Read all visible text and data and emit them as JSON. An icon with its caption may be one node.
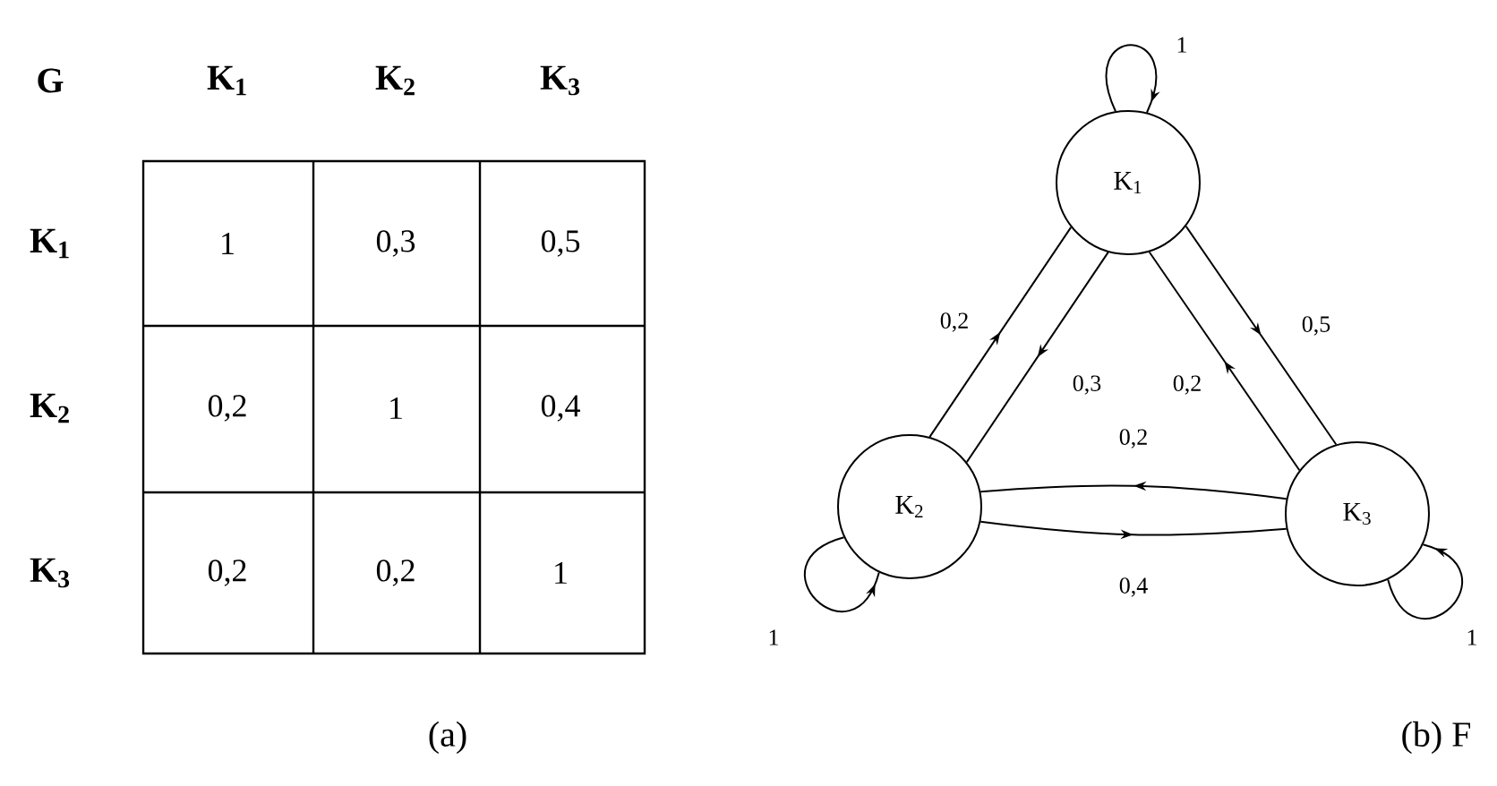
{
  "diagram": {
    "nodes": [
      {
        "text": [
          "K$_{1}$"
        ]
      },
      {
        "text": [
          "K$_{2}$"
        ]
      },
      {
        "text": [
          "K$_{3}$"
        ]
      }
    ],
    "edges": [
      {
        "from": 0,
        "to": 0,
        "arrow": "to",
        "label": "1"
      },
      {
        "from": 1,
        "to": 0,
        "arrow": "to",
        "label": "0,2"
      },
      {
        "from": 0,
        "to": 1,
        "arrow": "to",
        "label": "0,3"
      },
      {
        "from": 2,
        "to": 0,
        "arrow": "to",
        "label": "0,2"
      },
      {
        "from": 0,
        "to": 2,
        "arrow": "to",
        "label": "0,5"
      },
      {
        "from": 2,
        "to": 1,
        "arrow": "to",
        "label": "0,2"
      },
      {
        "from": 1,
        "to": 2,
        "arrow": "to",
        "label": "0,4"
      },
      {
        "from": 1,
        "to": 1,
        "arrow": "to",
        "label": "1"
      },
      {
        "from": 2,
        "to": 2,
        "arrow": "to",
        "label": "1"
      }
    ],
    "labels": [
      "G",
      "K$_{1}$",
      "K$_{2}$",
      "K$_{3}$",
      "K$_{1}$",
      "1",
      "0,3",
      "0,5",
      "K$_{2}$",
      "0,2",
      "1",
      "0,4",
      "K$_{3}$",
      "0,2",
      "0,2",
      "1",
      "(a)",
      "(b) F"
    ]
  }
}
